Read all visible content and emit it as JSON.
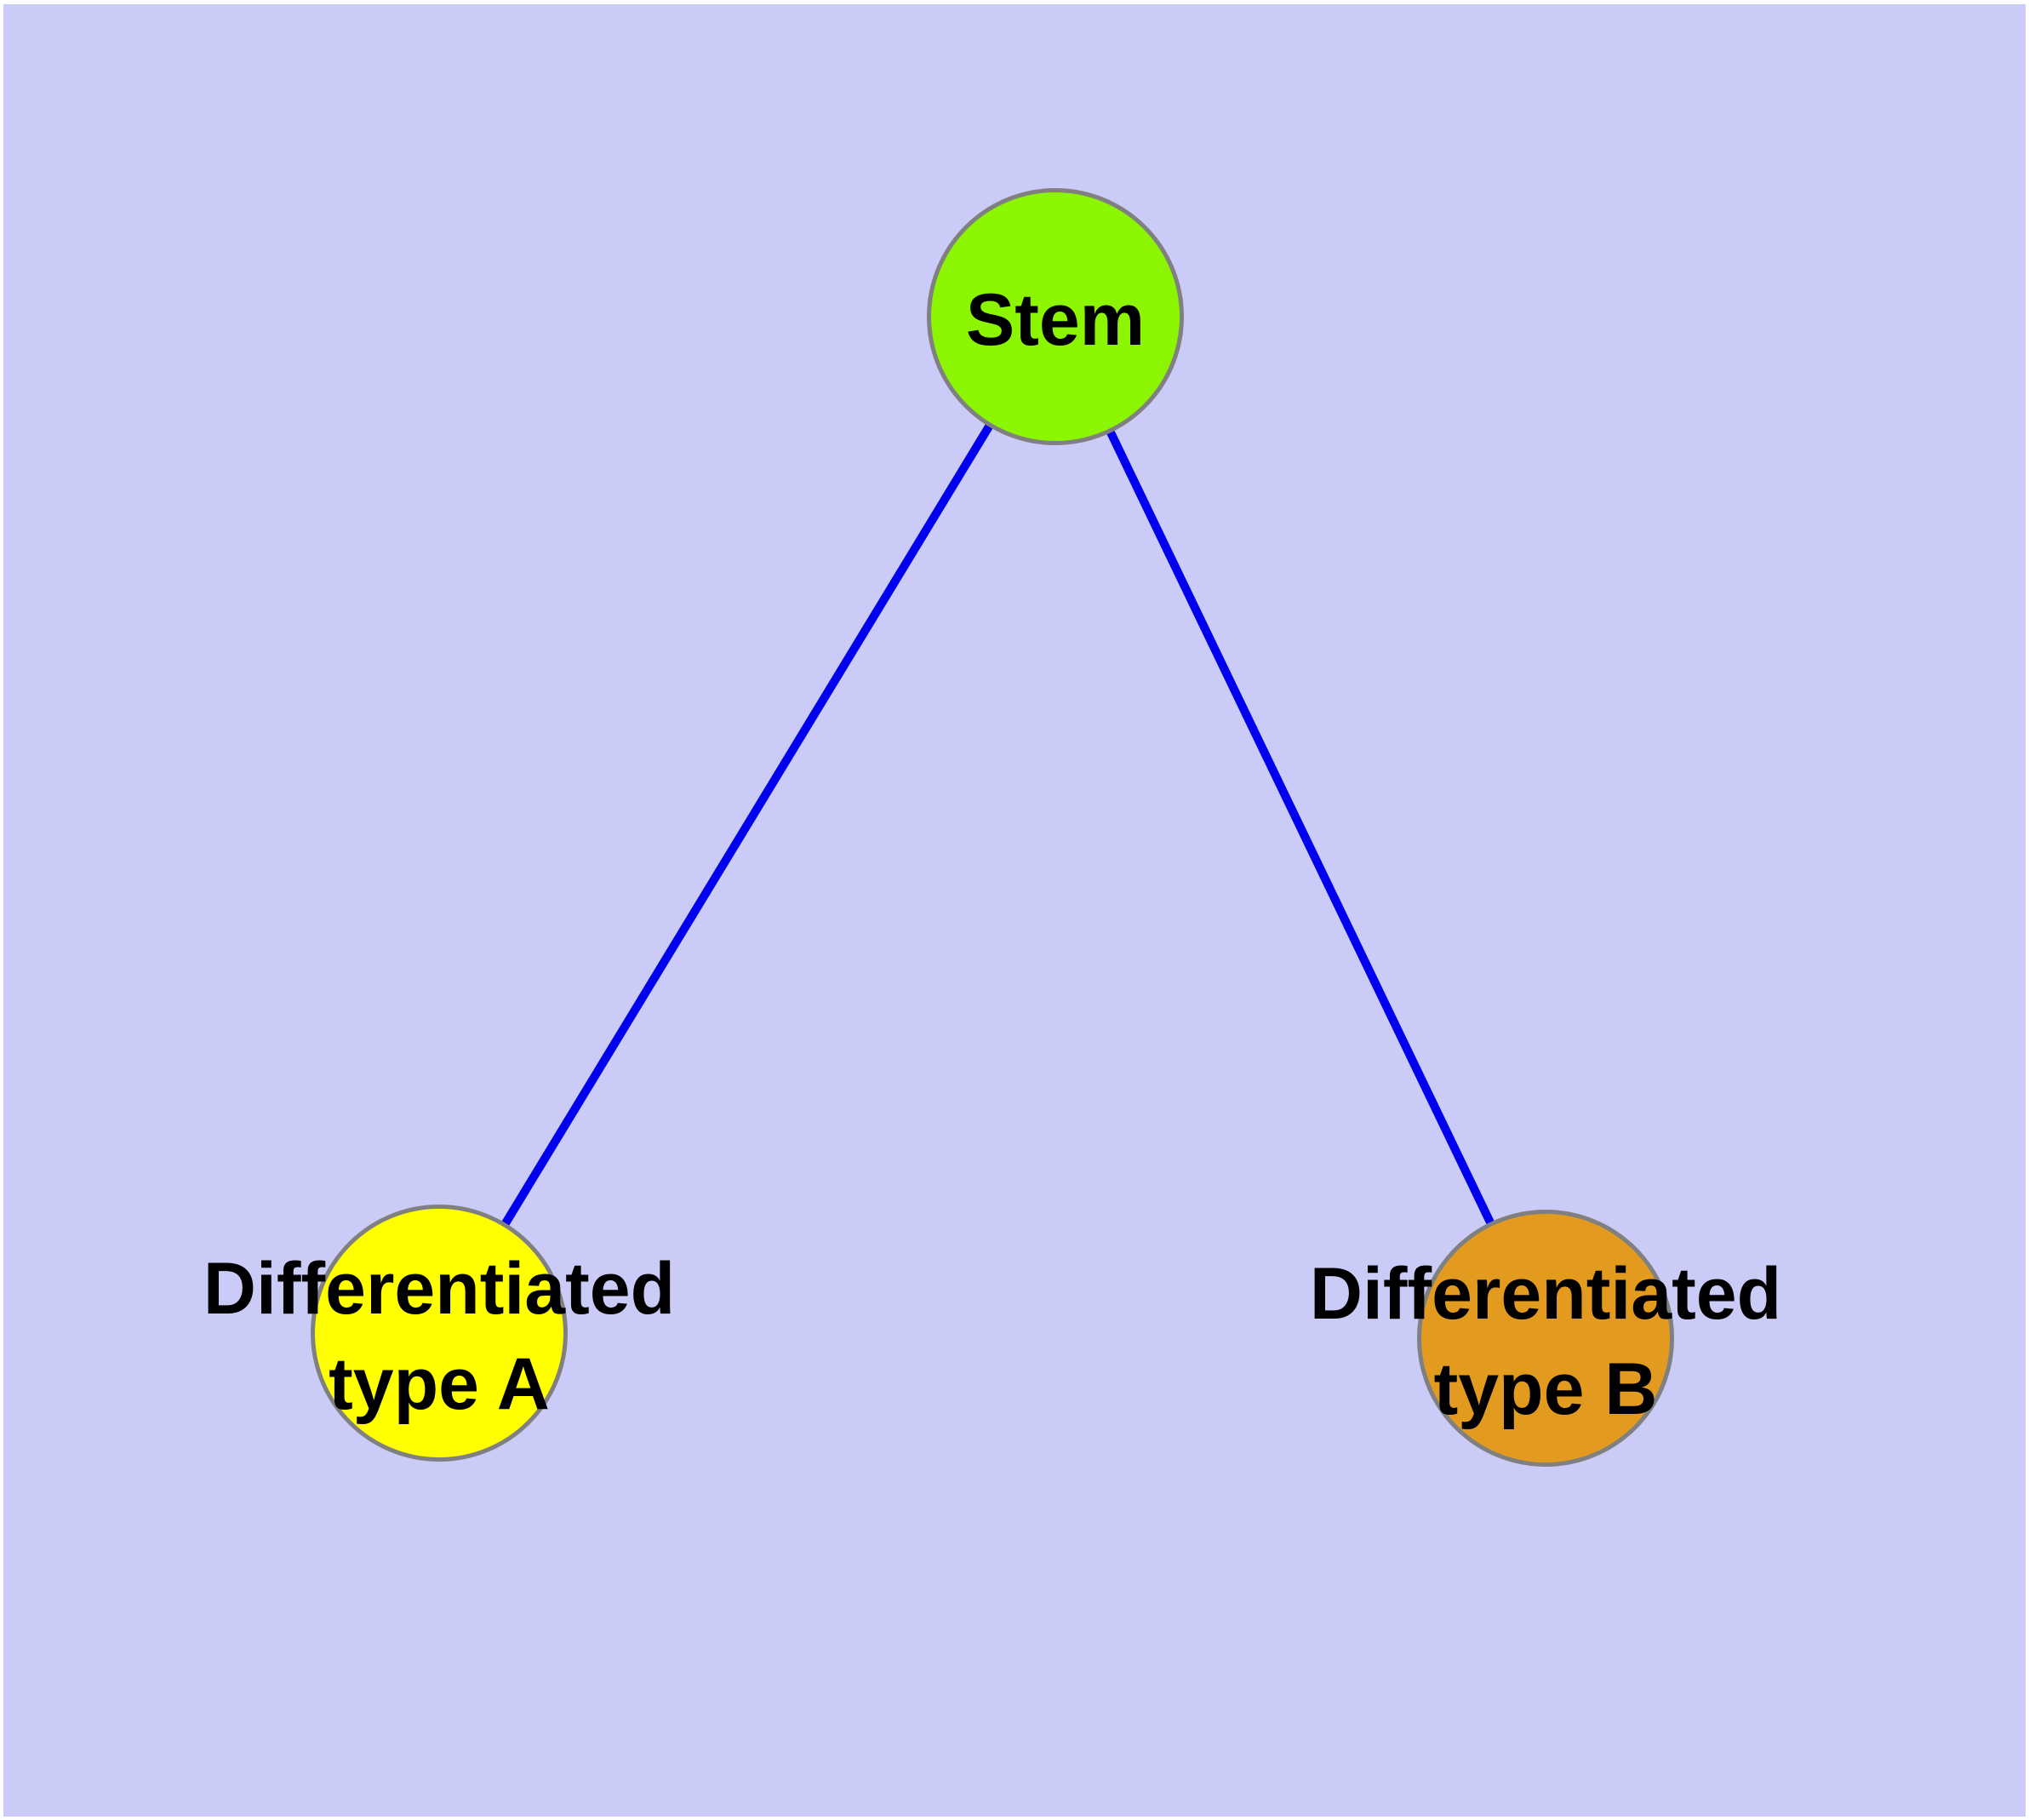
{
  "diagram": {
    "type": "graph",
    "background_color": "#cbcbf8",
    "page_margin_color": "#ffffff",
    "edge_color": "#0000ee",
    "node_border_color": "#808080",
    "label_color": "#000000",
    "nodes": [
      {
        "id": "stem",
        "label": "Stem",
        "label_lines": [
          "Stem"
        ],
        "fill": "#8cf502"
      },
      {
        "id": "type-a",
        "label": "Differentiated type A",
        "label_lines": [
          "Differentiated",
          "type A"
        ],
        "fill": "#ffff00"
      },
      {
        "id": "type-b",
        "label": "Differentiated type B",
        "label_lines": [
          "Differentiated",
          "type B"
        ],
        "fill": "#e39b1f"
      }
    ],
    "edges": [
      {
        "from": "Stem",
        "to": "Differentiated type A"
      },
      {
        "from": "Stem",
        "to": "Differentiated type B"
      }
    ]
  }
}
